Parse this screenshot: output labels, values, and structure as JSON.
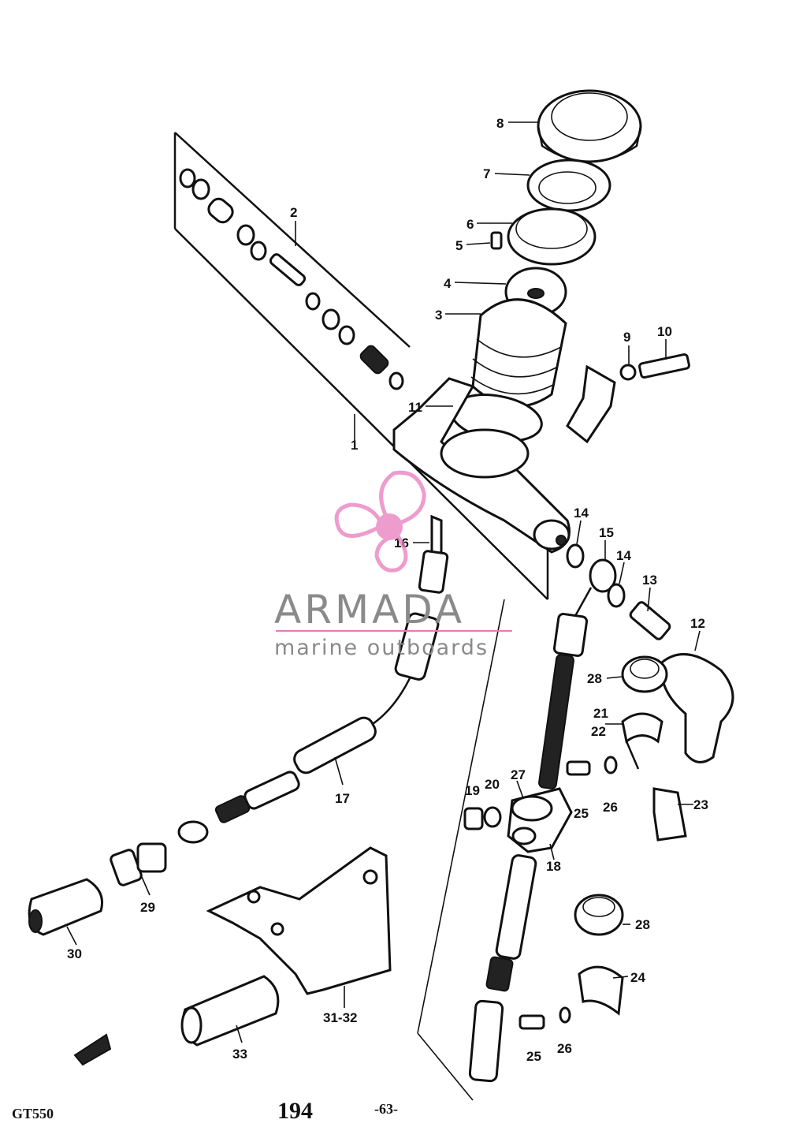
{
  "labels": {
    "l1": "1",
    "l2": "2",
    "l3": "3",
    "l4": "4",
    "l5": "5",
    "l6": "6",
    "l7": "7",
    "l8": "8",
    "l9": "9",
    "l10": "10",
    "l11": "11",
    "l12": "12",
    "l13": "13",
    "l14a": "14",
    "l14b": "14",
    "l15": "15",
    "l16": "16",
    "l17": "17",
    "l18": "18",
    "l19": "19",
    "l20": "20",
    "l21": "21",
    "l22": "22",
    "l23": "23",
    "l24": "24",
    "l25a": "25",
    "l25b": "25",
    "l26a": "26",
    "l26b": "26",
    "l27": "27",
    "l28a": "28",
    "l28b": "28",
    "l29": "29",
    "l30": "30",
    "l3132": "31-32",
    "l33": "33"
  },
  "watermark": {
    "brand": "ARMADA",
    "tagline": "marine outboards",
    "logo_color": "#e87bbd",
    "text_color": "#8a8a8a"
  },
  "footer": {
    "model": "GT550",
    "page_number": "194",
    "sheet": "-63-"
  }
}
